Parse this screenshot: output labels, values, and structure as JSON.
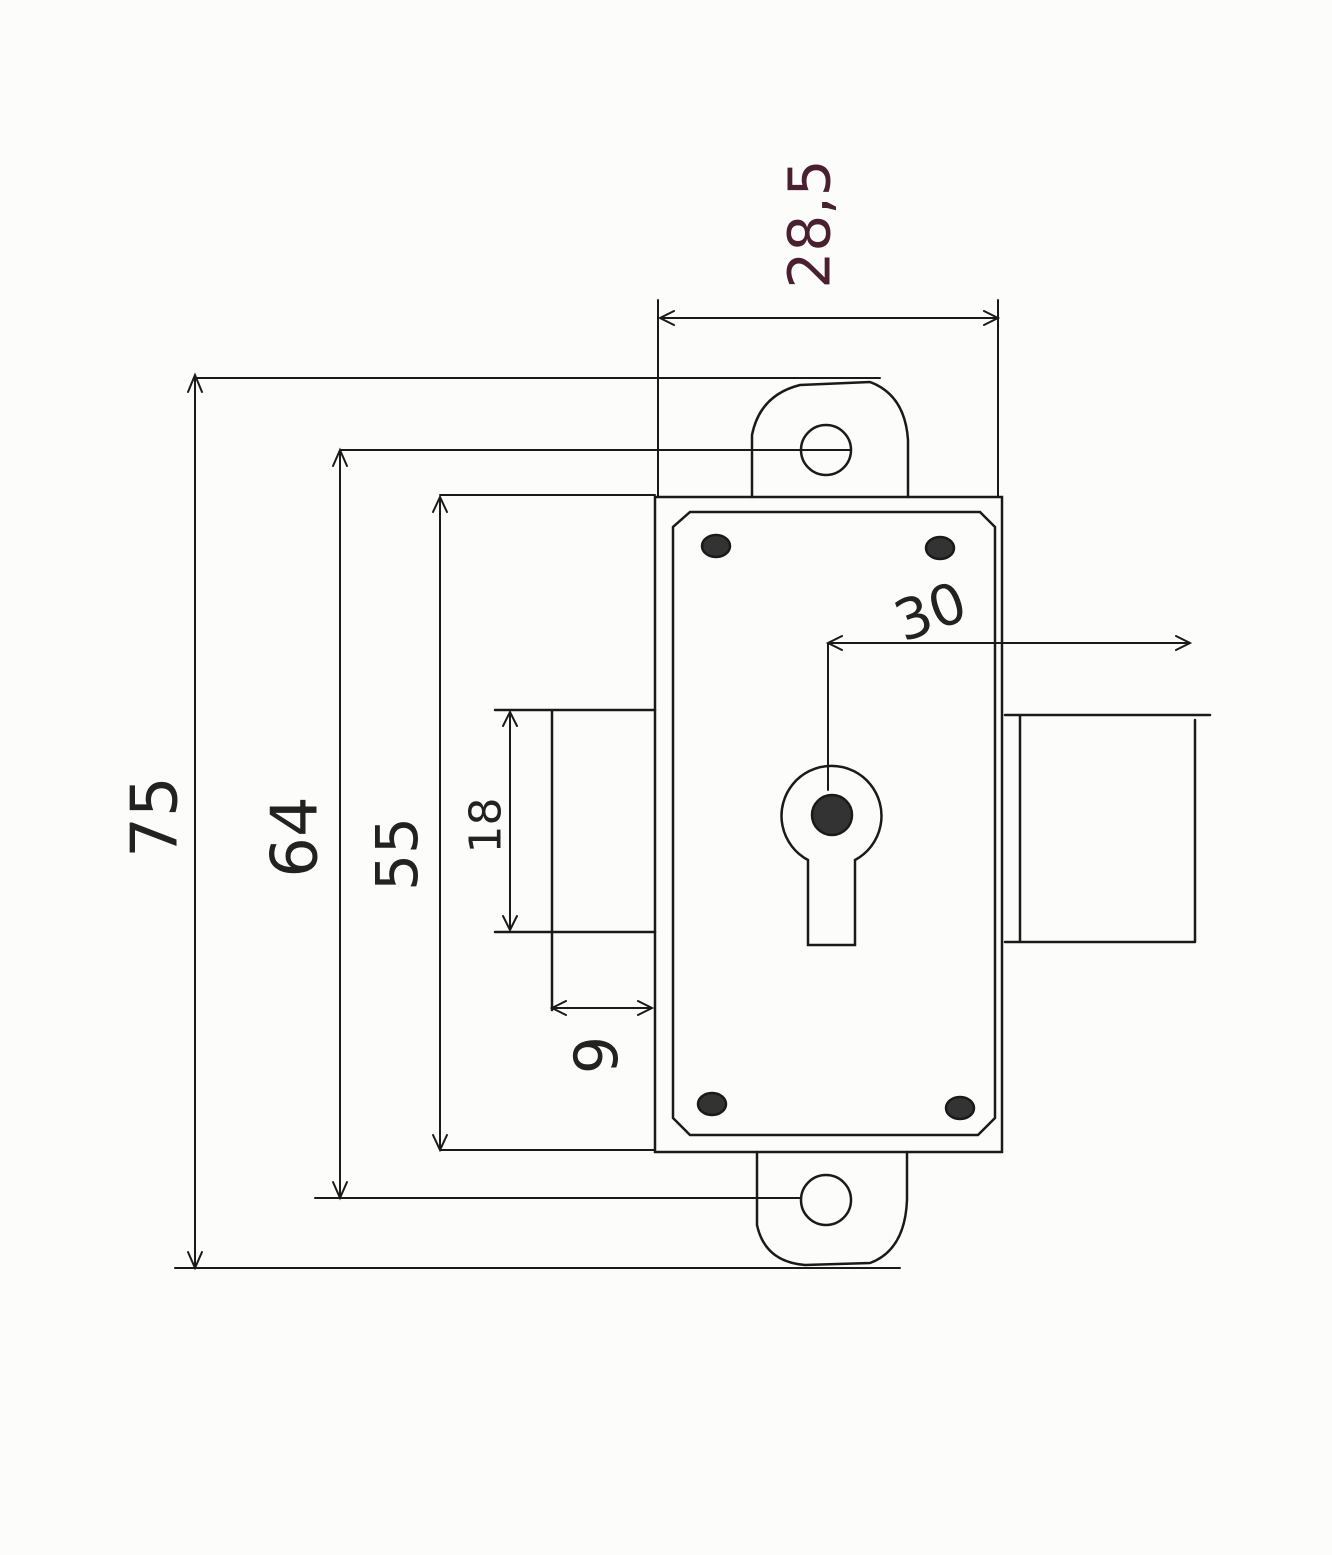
{
  "drawing": {
    "subject": "lock",
    "colors": {
      "ink": "#1a1a1a",
      "accent_ink": "#4a2030",
      "paper": "#fcfcfa"
    },
    "dimensions": {
      "total_height": "75",
      "hole_spacing": "64",
      "body_height": "55",
      "bolt_width": "18",
      "bolt_projection": "9",
      "body_depth": "28,5",
      "backset": "30"
    }
  }
}
